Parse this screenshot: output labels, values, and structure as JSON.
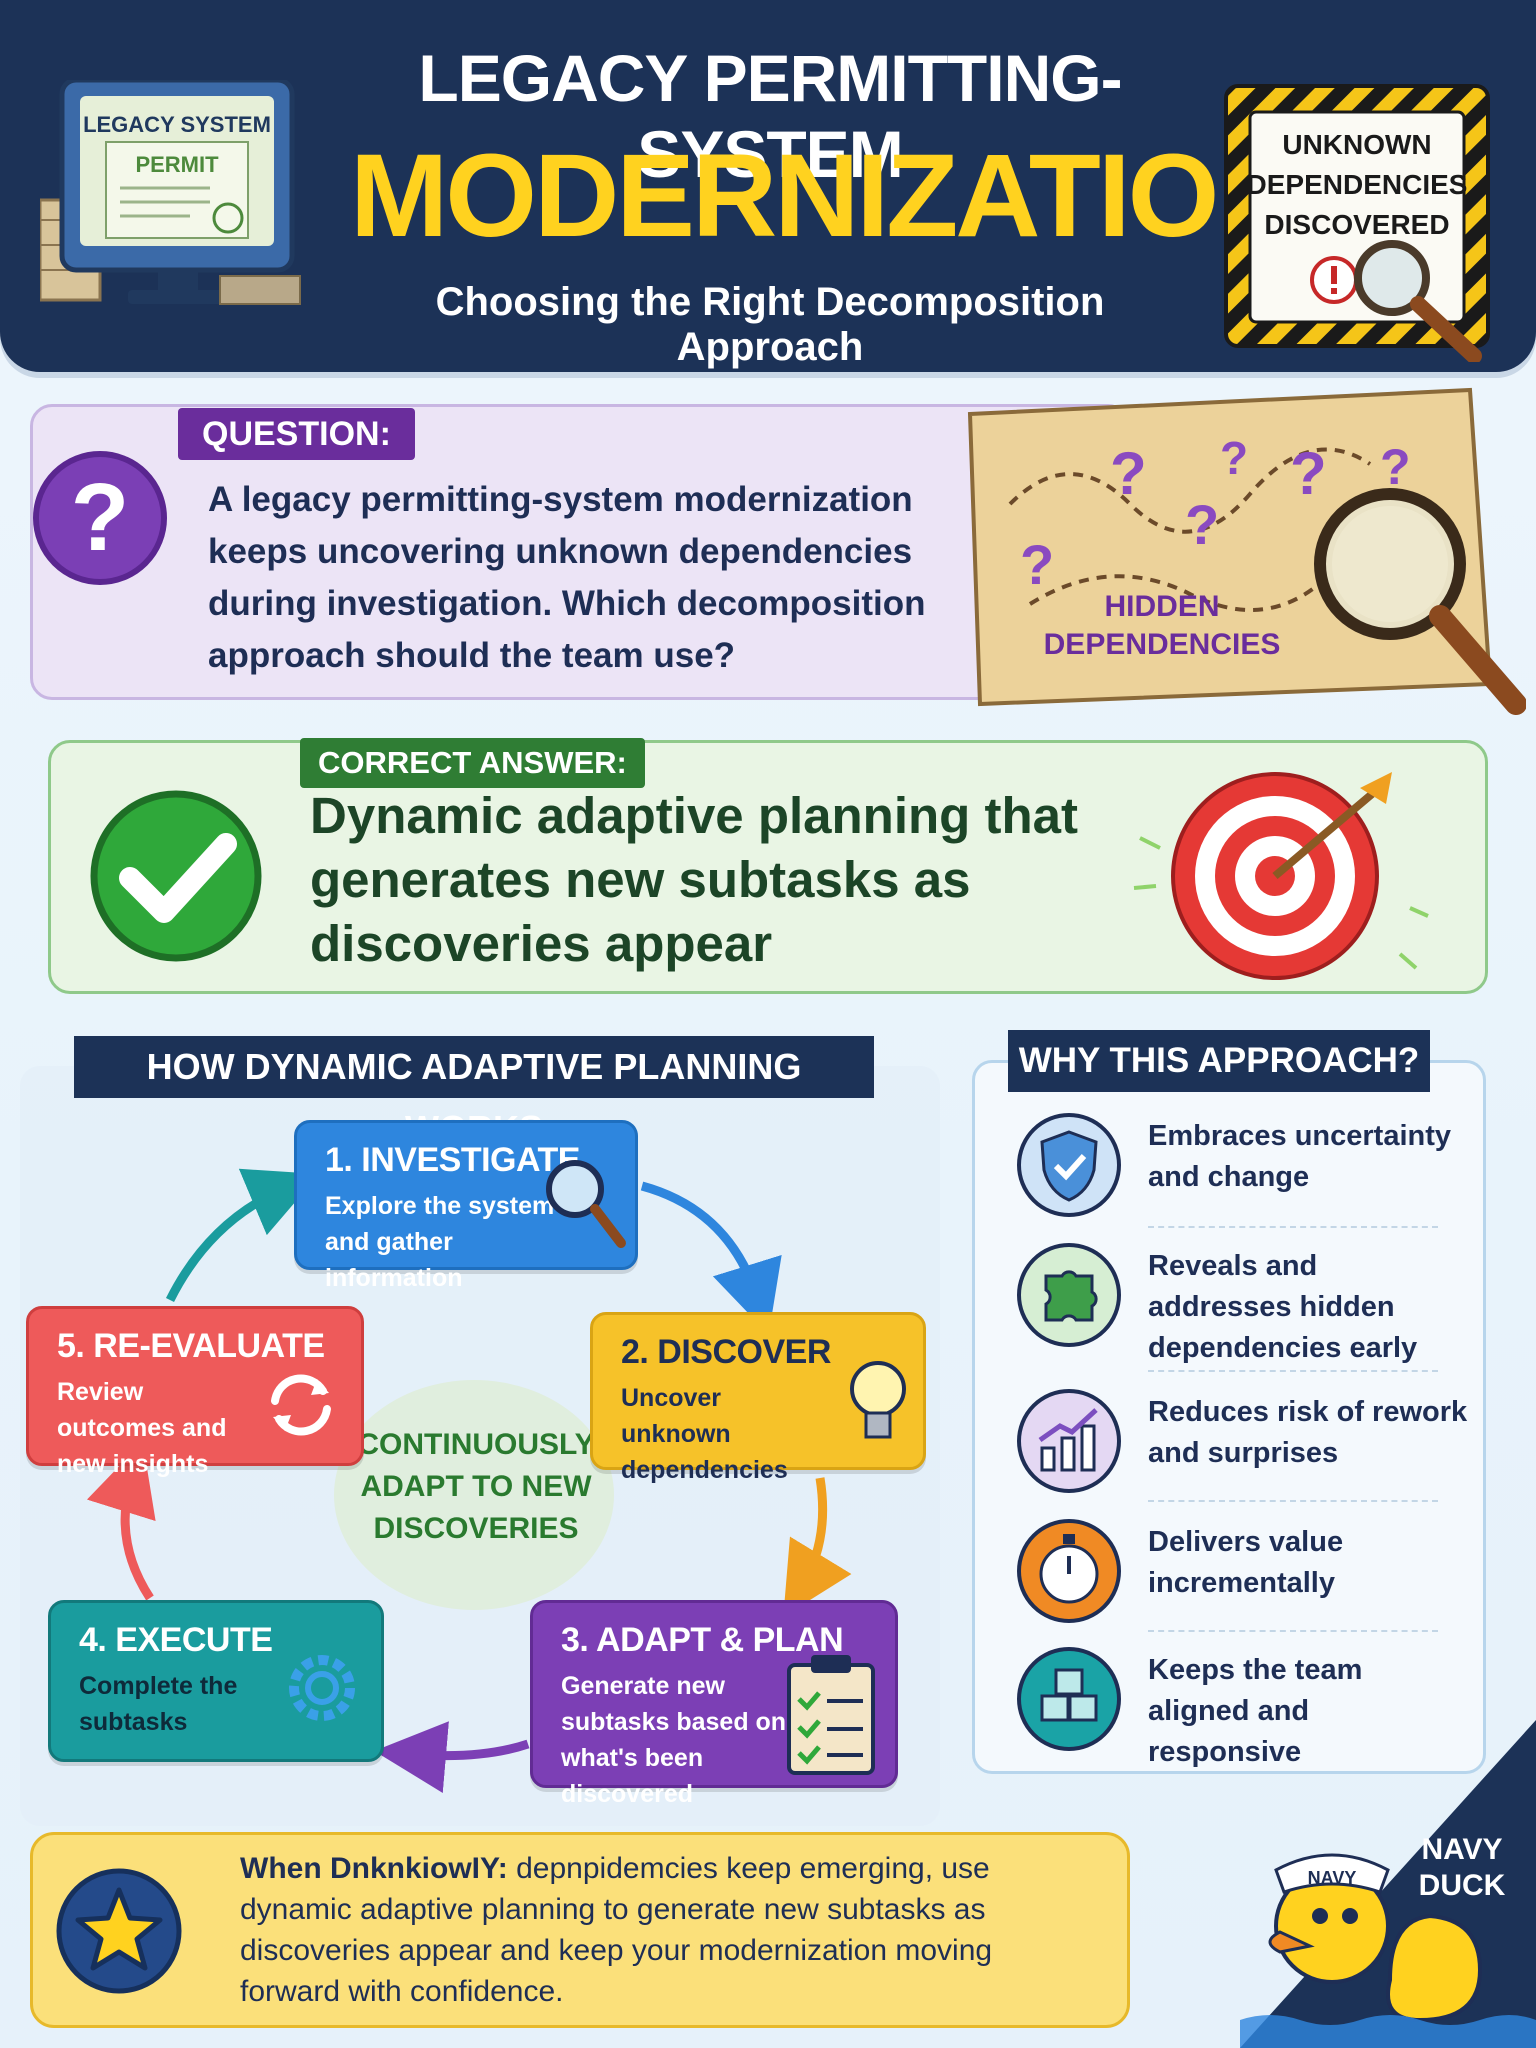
{
  "header": {
    "title_line1": "LEGACY PERMITTING-SYSTEM",
    "title_line2": "MODERNIZATION",
    "subtitle": "Choosing the Right Decomposition Approach",
    "monitor_label": "LEGACY SYSTEM",
    "monitor_permit": "PERMIT",
    "warning_text": [
      "UNKNOWN",
      "DEPENDENCIES",
      "DISCOVERED"
    ]
  },
  "question": {
    "tag": "QUESTION:",
    "text": "A legacy permitting-system modernization keeps uncovering unknown dependencies during investigation. Which decomposition approach should the team use?",
    "map_label_1": "HIDDEN",
    "map_label_2": "DEPENDENCIES"
  },
  "answer": {
    "tag": "CORRECT ANSWER:",
    "text": "Dynamic adaptive planning that generates new subtasks as discoveries appear"
  },
  "how": {
    "banner": "HOW DYNAMIC ADAPTIVE PLANNING WORKS",
    "center": "CONTINUOUSLY ADAPT TO NEW DISCOVERIES",
    "steps": [
      {
        "title": "1. INVESTIGATE",
        "desc": "Explore the system and gather information"
      },
      {
        "title": "2. DISCOVER",
        "desc": "Uncover unknown dependencies"
      },
      {
        "title": "3. ADAPT & PLAN",
        "desc": "Generate new subtasks based on what's been discovered"
      },
      {
        "title": "4. EXECUTE",
        "desc": "Complete the subtasks"
      },
      {
        "title": "5. RE-EVALUATE",
        "desc": "Review outcomes and new insights"
      }
    ]
  },
  "why": {
    "banner": "WHY THIS APPROACH?",
    "items": [
      {
        "text": "Embraces uncertainty and change",
        "icon": "shield-icon",
        "color": "#4a90d9"
      },
      {
        "text": "Reveals and addresses hidden dependencies early",
        "icon": "puzzle-icon",
        "color": "#3e9e4a"
      },
      {
        "text": "Reduces risk of rework and surprises",
        "icon": "chart-icon",
        "color": "#7c4fc0"
      },
      {
        "text": "Delivers value incrementally",
        "icon": "stopwatch-icon",
        "color": "#f08a24"
      },
      {
        "text": "Keeps the team aligned and responsive",
        "icon": "cubes-icon",
        "color": "#1aa3a6"
      }
    ]
  },
  "tip": {
    "lead": "When DnknkiowIY:",
    "text": " depnpidemcies keep emerging, use dynamic adaptive planning to generate new subtasks as discoveries appear and keep your modernization moving forward with confidence."
  },
  "mascot": {
    "hat": "NAVY",
    "label_1": "NAVY",
    "label_2": "DUCK"
  },
  "colors": {
    "navy": "#1c3257",
    "yellow": "#ffd21f",
    "purple": "#6a2d9c",
    "green": "#2f7d34"
  }
}
